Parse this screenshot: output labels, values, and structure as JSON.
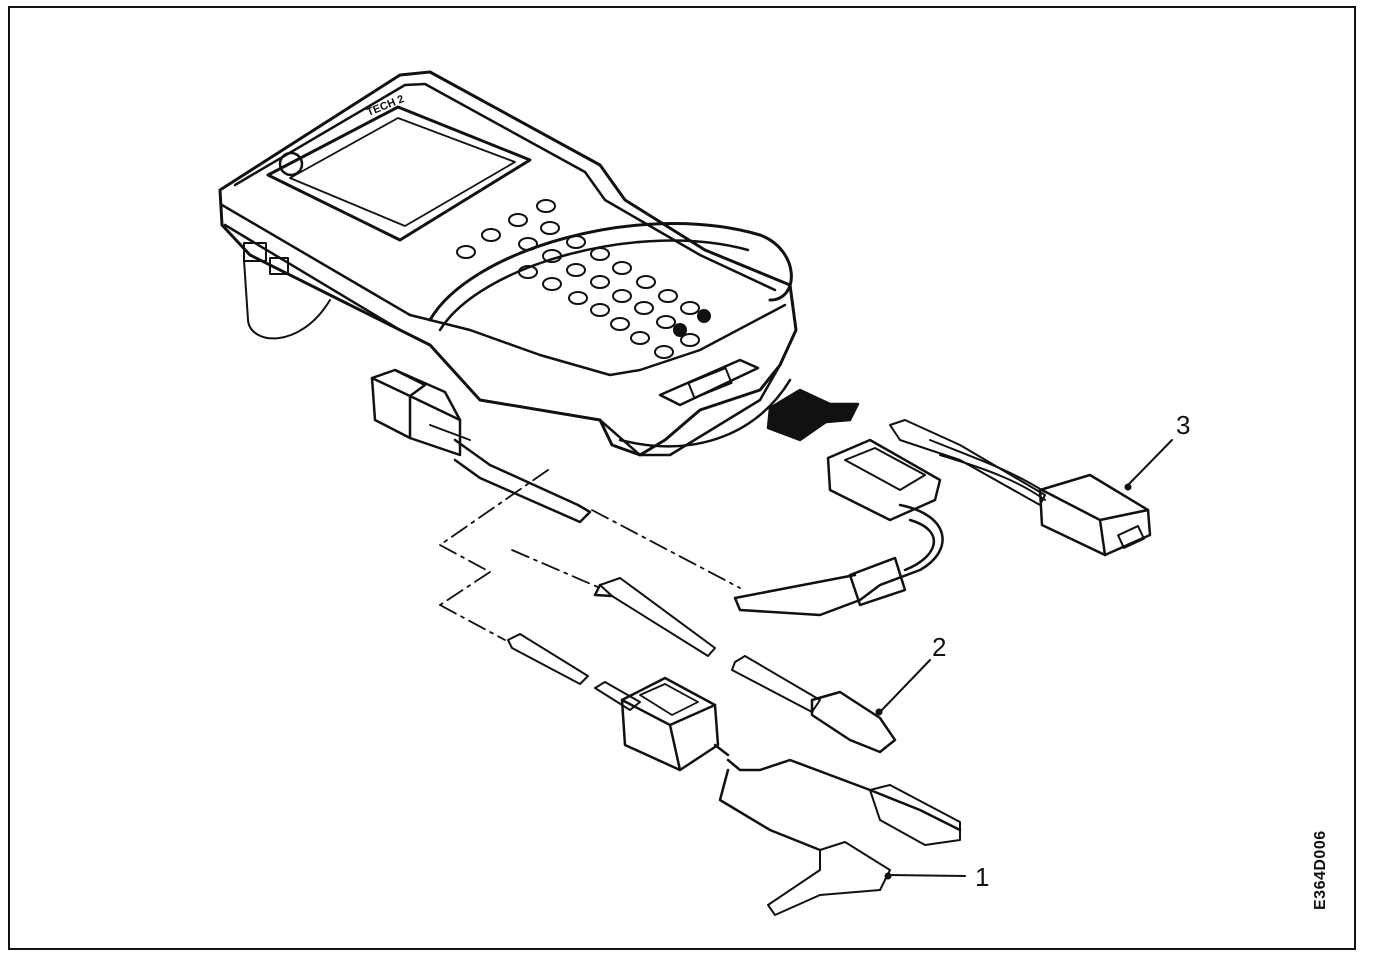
{
  "device": {
    "brand_label": "TECH 2"
  },
  "callouts": {
    "one": "1",
    "two": "2",
    "three": "3"
  },
  "figure_code": "E364D006",
  "colors": {
    "ink": "#111111",
    "paper": "#ffffff"
  }
}
